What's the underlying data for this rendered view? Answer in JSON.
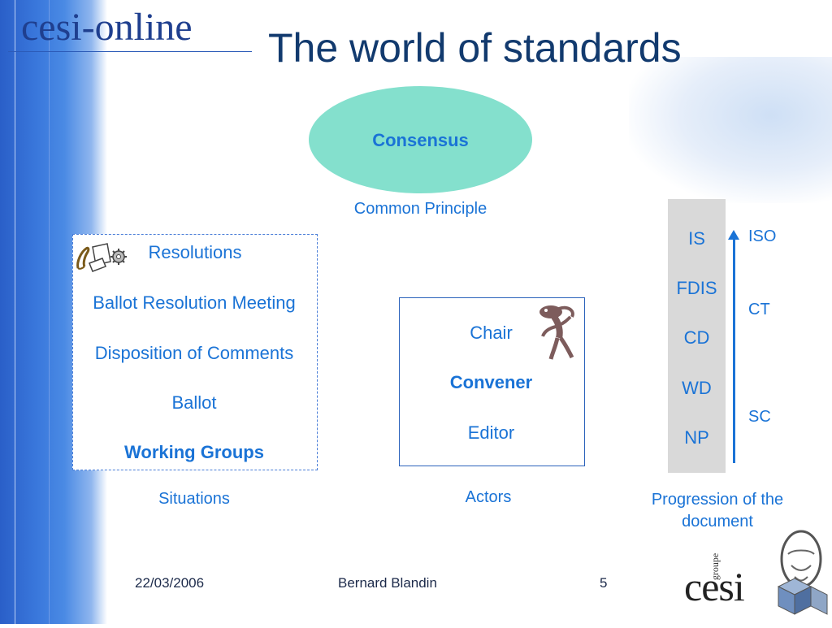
{
  "slide": {
    "title": "The world of standards",
    "logo_left": {
      "part1": "cesi",
      "part2": "online"
    },
    "logo_right": {
      "brand": "cesi",
      "group": "groupe"
    }
  },
  "consensus": {
    "label": "Consensus",
    "caption": "Common Principle"
  },
  "situations": {
    "items": [
      "Resolutions",
      "Ballot Resolution Meeting",
      "Disposition of Comments",
      "Ballot",
      "Working Groups"
    ],
    "caption": "Situations"
  },
  "actors": {
    "items": [
      "Chair",
      "Convener",
      "Editor"
    ],
    "caption": "Actors"
  },
  "progression": {
    "stages": [
      "IS",
      "FDIS",
      "CD",
      "WD",
      "NP"
    ],
    "side_labels": [
      "ISO",
      "CT",
      "SC"
    ],
    "caption_line1": "Progression of the",
    "caption_line2": "document"
  },
  "footer": {
    "date": "22/03/2006",
    "author": "Bernard Blandin",
    "page": "5"
  },
  "colors": {
    "accent": "#1a73d6",
    "ellipse": "#84e0cd",
    "band": "#3a78dc",
    "title": "#123a6e"
  },
  "icons": [
    "quill-paper-gear-icon",
    "figure-thinking-icon",
    "cesi-logo-icon"
  ]
}
